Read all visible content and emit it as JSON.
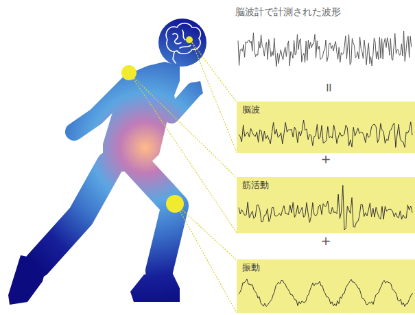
{
  "diagram": {
    "title": "脳波計で計測された波形",
    "nodes": [
      {
        "text": [
          "脳波"
        ]
      },
      {
        "text": [
          "筋活動"
        ]
      },
      {
        "text": [
          "振動"
        ]
      }
    ],
    "labels": [
      "=",
      "+",
      "+"
    ]
  }
}
